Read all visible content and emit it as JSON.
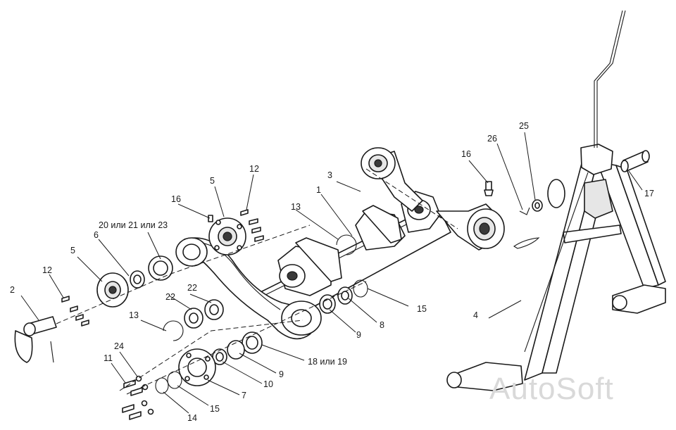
{
  "watermark": "AutoSoft",
  "callouts": [
    {
      "id": "c1",
      "text": "1"
    },
    {
      "id": "c2",
      "text": "2"
    },
    {
      "id": "c3",
      "text": "3"
    },
    {
      "id": "c4",
      "text": "4"
    },
    {
      "id": "c5a",
      "text": "5"
    },
    {
      "id": "c5b",
      "text": "5"
    },
    {
      "id": "c6",
      "text": "6"
    },
    {
      "id": "c7",
      "text": "7"
    },
    {
      "id": "c8",
      "text": "8"
    },
    {
      "id": "c9a",
      "text": "9"
    },
    {
      "id": "c9b",
      "text": "9"
    },
    {
      "id": "c10",
      "text": "10"
    },
    {
      "id": "c11",
      "text": "11"
    },
    {
      "id": "c12a",
      "text": "12"
    },
    {
      "id": "c12b",
      "text": "12"
    },
    {
      "id": "c13a",
      "text": "13"
    },
    {
      "id": "c13b",
      "text": "13"
    },
    {
      "id": "c14",
      "text": "14"
    },
    {
      "id": "c15a",
      "text": "15"
    },
    {
      "id": "c15b",
      "text": "15"
    },
    {
      "id": "c16a",
      "text": "16"
    },
    {
      "id": "c16b",
      "text": "16"
    },
    {
      "id": "c17",
      "text": "17"
    },
    {
      "id": "c18",
      "text": "18 или 19"
    },
    {
      "id": "c20",
      "text": "20 или 21 или 23"
    },
    {
      "id": "c22a",
      "text": "22"
    },
    {
      "id": "c22b",
      "text": "22"
    },
    {
      "id": "c24",
      "text": "24"
    },
    {
      "id": "c25",
      "text": "25"
    },
    {
      "id": "c26",
      "text": "26"
    }
  ]
}
